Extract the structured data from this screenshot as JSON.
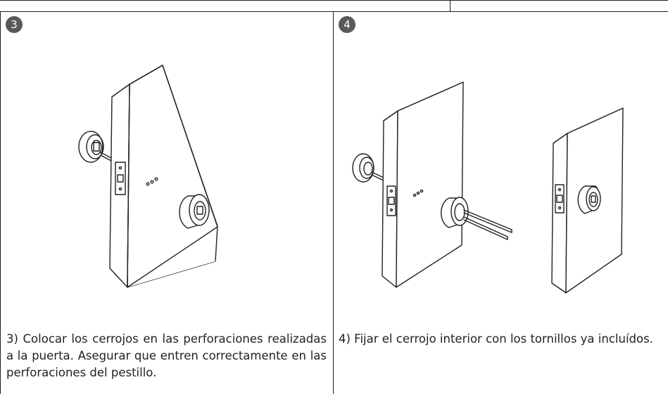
{
  "steps": [
    {
      "number": "3",
      "caption": "3) Colocar los cerrojos en las perforaciones realizadas a la puerta. Asegurar que entren correctamente en las perforaciones del pestillo."
    },
    {
      "number": "4",
      "caption": "4) Fijar el cerrojo interior con los tornillos ya incluídos."
    }
  ]
}
